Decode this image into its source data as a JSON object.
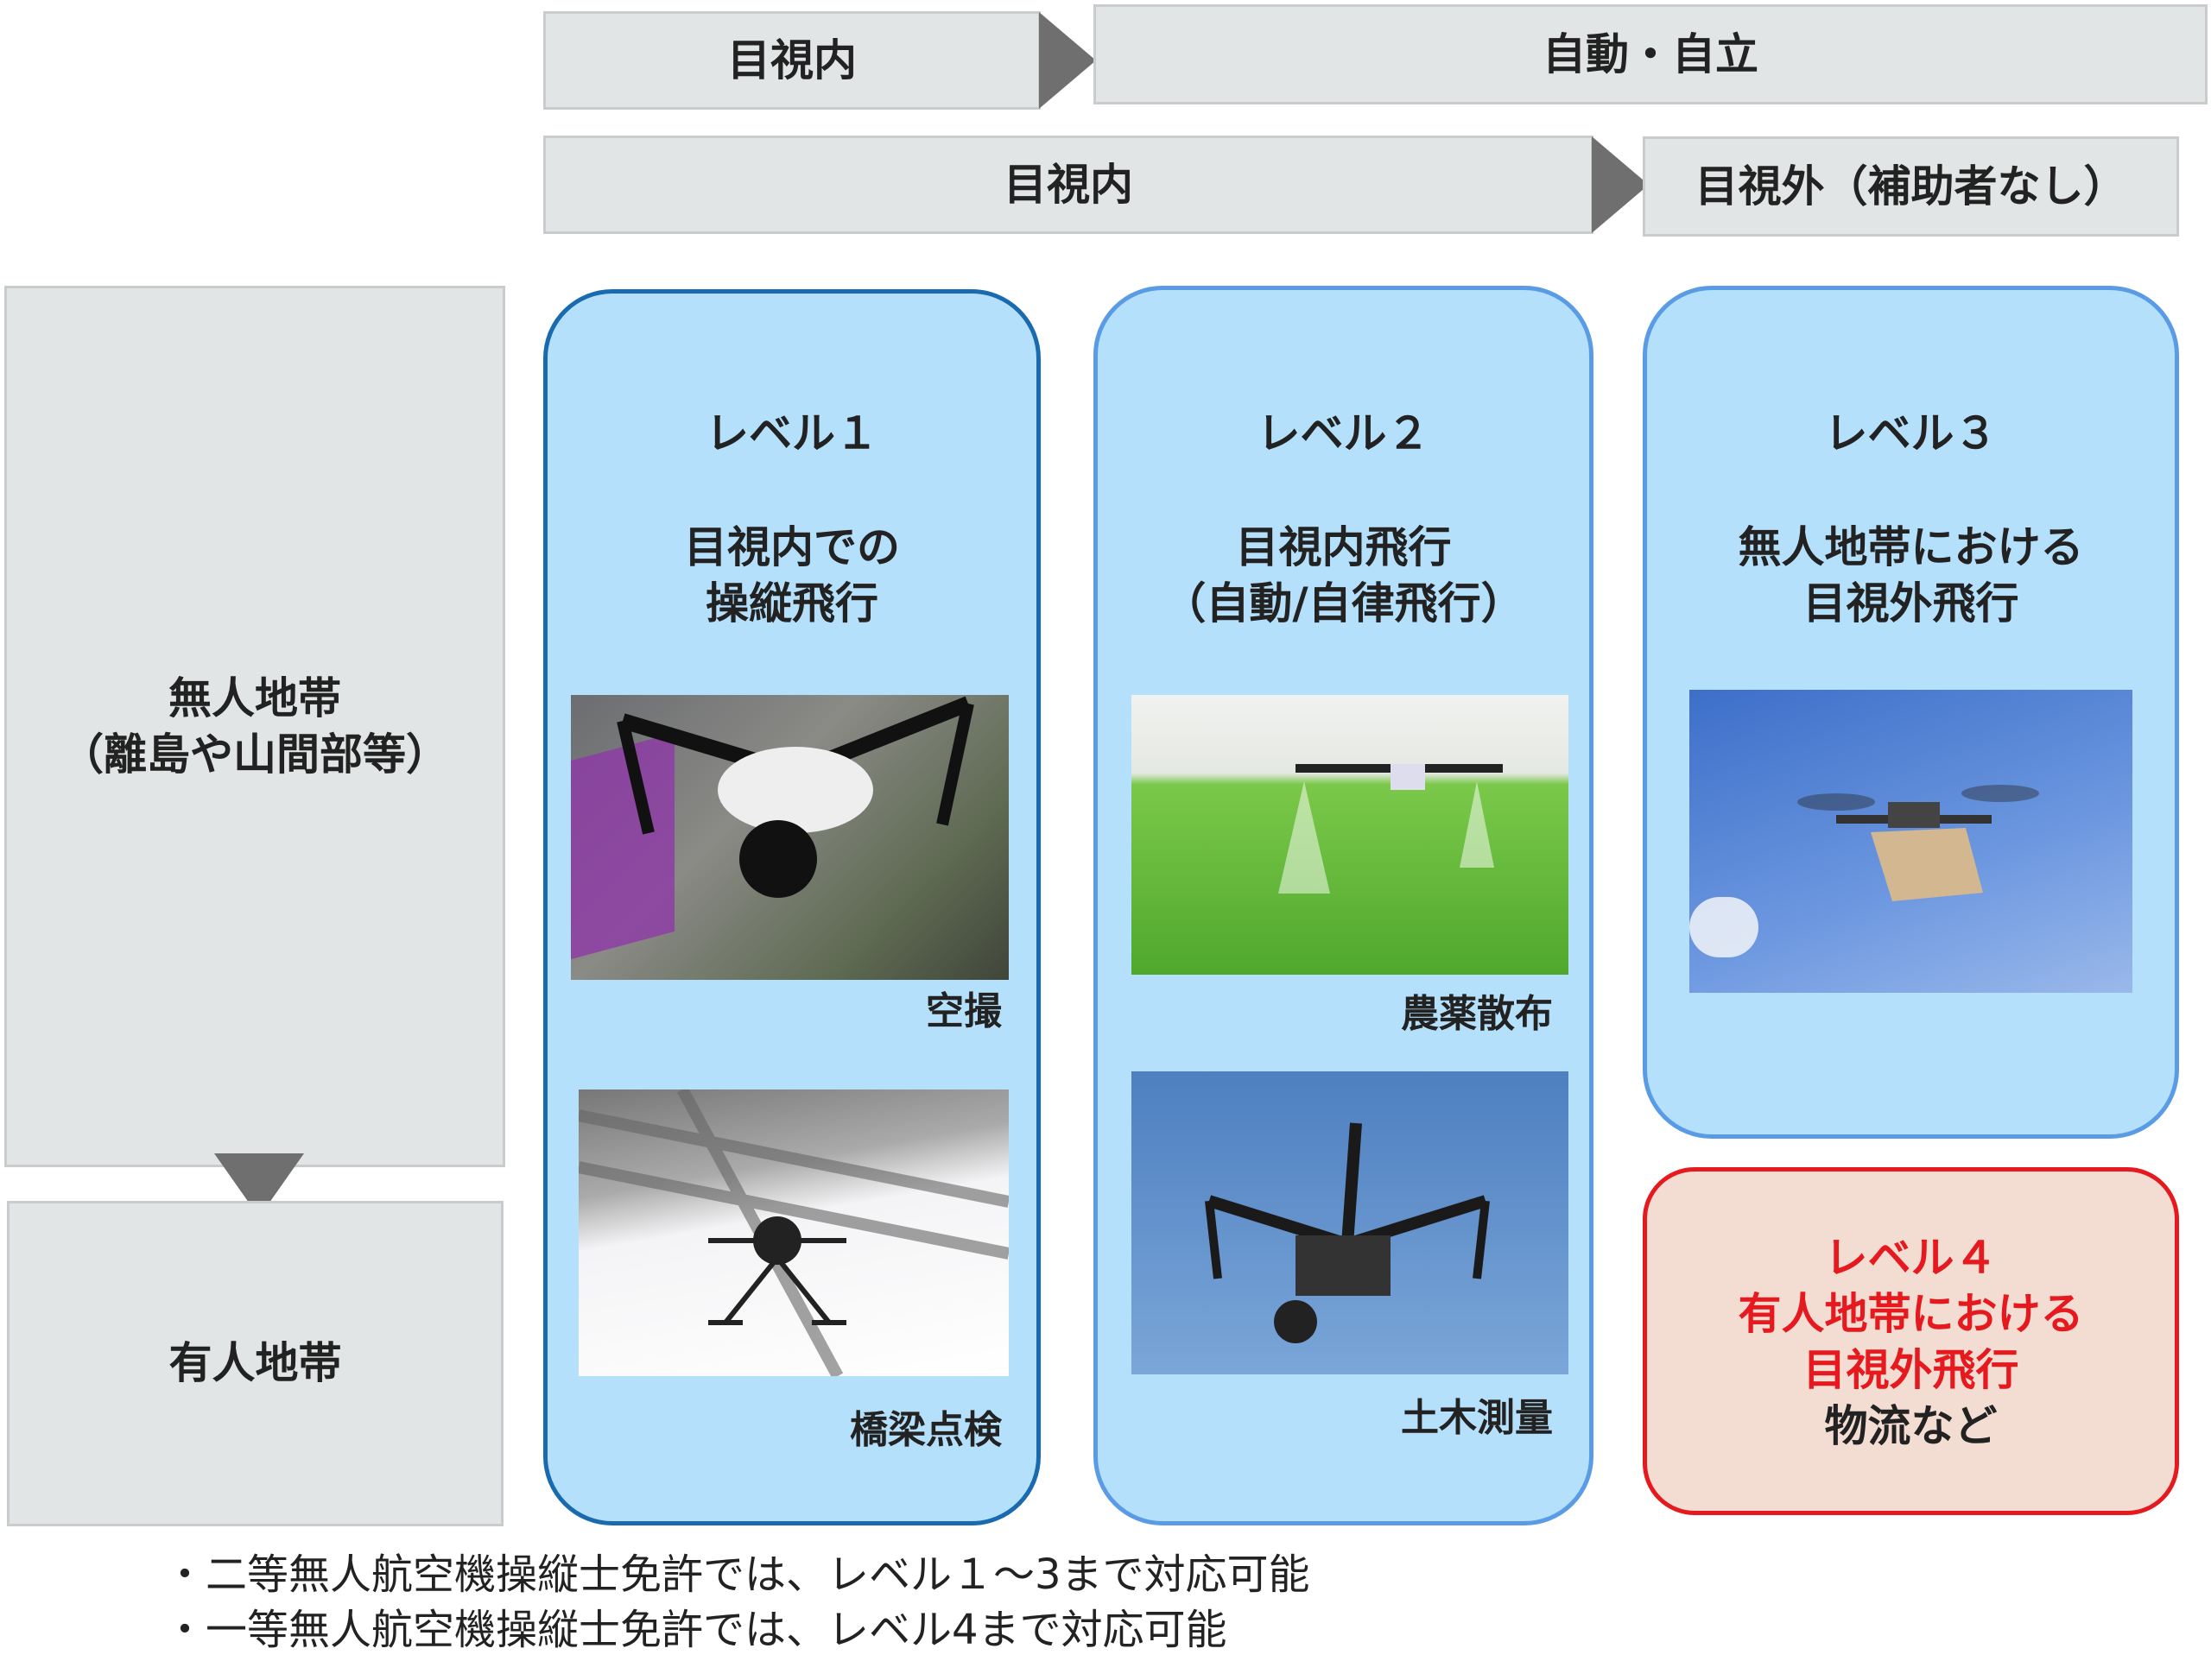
{
  "header": {
    "row1": {
      "left": "目視内",
      "right": "自動・自立"
    },
    "row2": {
      "left": "目視内",
      "right": "目視外（補助者なし）"
    }
  },
  "zones": {
    "unmanned": {
      "line1": "無人地帯",
      "line2": "（離島や山間部等）"
    },
    "manned": "有人地帯"
  },
  "levels": [
    {
      "title": "レベル１",
      "desc1": "目視内での",
      "desc2": "操縦飛行",
      "photos": [
        {
          "caption": "空撮"
        },
        {
          "caption": "橋梁点検"
        }
      ]
    },
    {
      "title": "レベル２",
      "desc1": "目視内飛行",
      "desc2": "（自動/自律飛行）",
      "photos": [
        {
          "caption": "農薬散布"
        },
        {
          "caption": "土木測量"
        }
      ]
    },
    {
      "title": "レベル３",
      "desc1": "無人地帯における",
      "desc2": "目視外飛行"
    },
    {
      "title": "レベル４",
      "desc1": "有人地帯における",
      "desc2": "目視外飛行",
      "desc3": "物流など"
    }
  ],
  "notes": [
    "・二等無人航空機操縦士免許では、レベル１～3まで対応可能",
    "・一等無人航空機操縦士免許では、レベル4まで対応可能"
  ],
  "colors": {
    "level4_text": "#e5191e",
    "level4_border": "#e5191e",
    "level4_fill": "#f3ddd3",
    "card_fill": "#b5e0fb"
  }
}
